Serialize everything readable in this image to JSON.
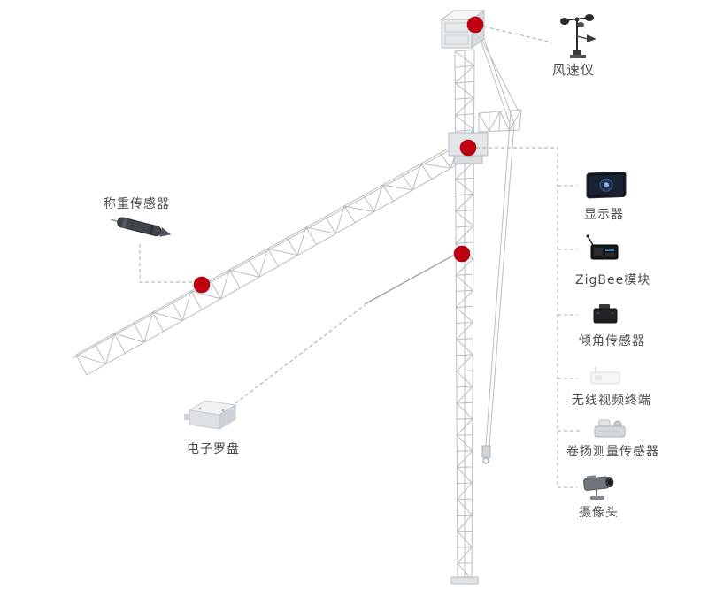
{
  "labels": {
    "anemometer": "风速仪",
    "load_sensor": "称重传感器",
    "monitor": "显示器",
    "zigbee_module": "ZigBee模块",
    "tilt_sensor": "倾角传感器",
    "wireless_video_terminal": "无线视频终端",
    "hoist_sensor": "卷扬测量传感器",
    "camera": "摄像头",
    "compass": "电子罗盘"
  },
  "colors": {
    "marker_red": "#c00010",
    "crane_line": "#b7bec4",
    "connector_gray": "#a8a8a8",
    "label_text": "#4a4a4a",
    "background": "#ffffff"
  }
}
